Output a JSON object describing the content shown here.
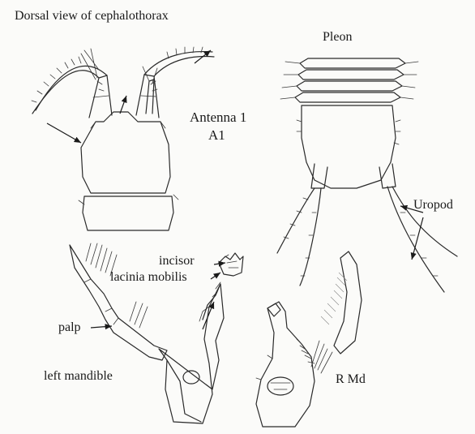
{
  "labels": {
    "dorsal_view": "Dorsal view of cephalothorax",
    "antenna_1": "Antenna 1",
    "a1": "A1",
    "pleon": "Pleon",
    "uropod": "Uropod",
    "incisor": "incisor",
    "lacinia_mobilis": "lacinia mobilis",
    "palp": "palp",
    "left_mandible": "left mandible",
    "r_md": "R Md"
  },
  "colors": {
    "ink": "#2a2a2a",
    "background": "#fbfbf9",
    "hatch": "#888888"
  }
}
